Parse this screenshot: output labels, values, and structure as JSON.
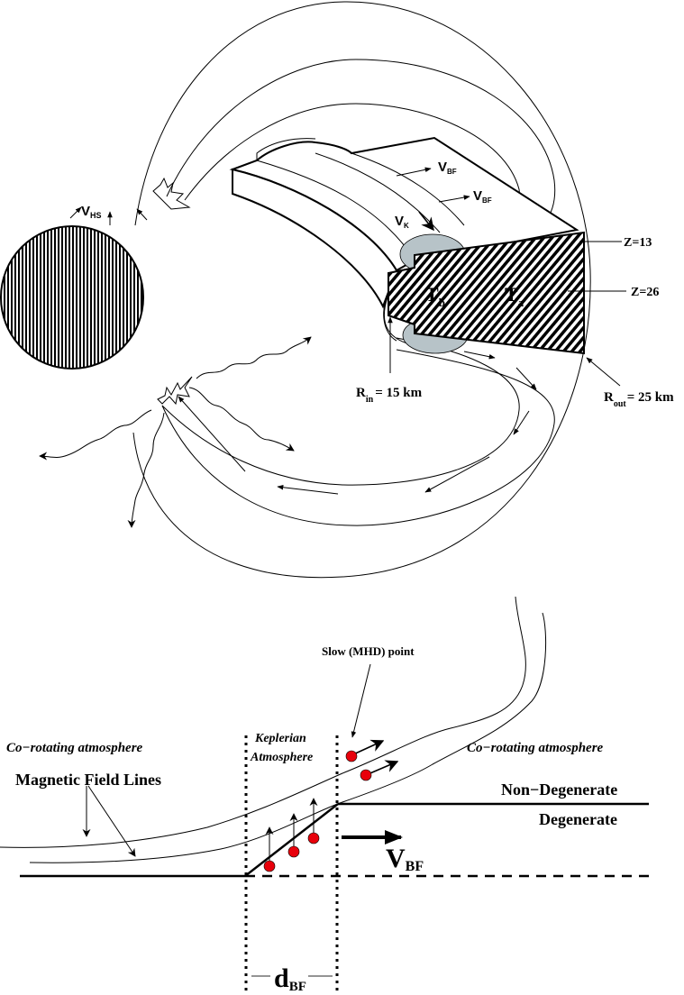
{
  "top_figure": {
    "star_labels": {
      "hotspot_velocity": {
        "main": "V",
        "sub": "HS"
      }
    },
    "disk_labels": {
      "boundary_flow_velocity_1": {
        "main": "V",
        "sub": "BF"
      },
      "boundary_flow_velocity_2": {
        "main": "V",
        "sub": "BF"
      },
      "keplerian_velocity": {
        "main": "V",
        "sub": "K"
      },
      "temperature_b": {
        "main": "T",
        "sub": "b"
      },
      "temperature_a": {
        "main": "T",
        "sub": "a"
      },
      "z13": "Z=13",
      "z26": "Z=26",
      "r_in": {
        "main": "R",
        "sub": "in",
        "value": "= 15 km"
      },
      "r_out": {
        "main": "R",
        "sub": "out",
        "value": "= 25 km"
      }
    },
    "colors": {
      "hotspot_fill": "#dde3e5",
      "lobe_fill": "#b7c3c8"
    }
  },
  "bottom_figure": {
    "slow_point_label": "Slow (MHD) point",
    "keplerian_label_line1": "Keplerian",
    "keplerian_label_line2": "Atmosphere",
    "corotating_left": "Co−rotating atmosphere",
    "corotating_right": "Co−rotating atmosphere",
    "field_lines_label": "Magnetic Field Lines",
    "non_degenerate": "Non−Degenerate",
    "degenerate": "Degenerate",
    "vbf": {
      "main": "V",
      "sub": "BF"
    },
    "dbf": {
      "main": "d",
      "sub": "BF"
    },
    "colors": {
      "particle": "#e8000b"
    }
  }
}
